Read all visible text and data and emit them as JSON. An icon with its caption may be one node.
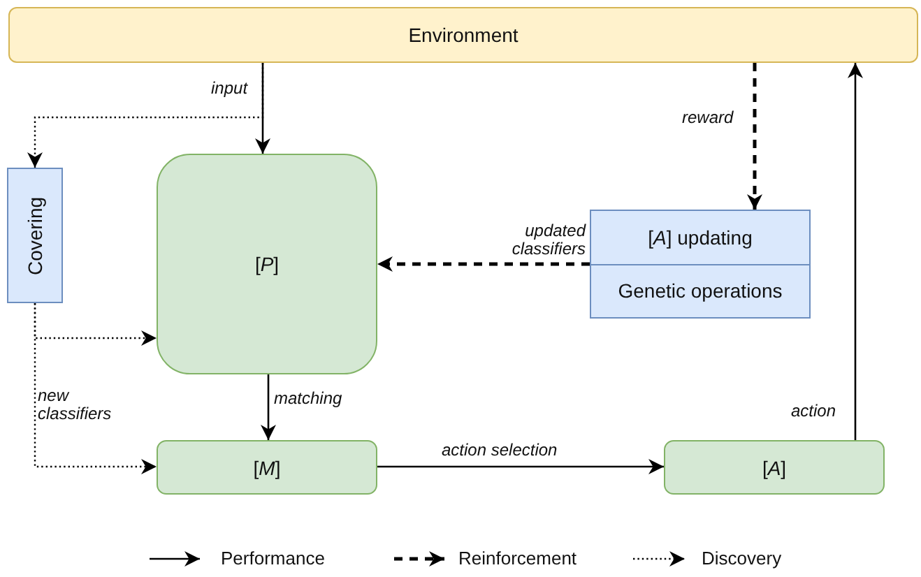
{
  "diagram": {
    "nodes": [
      {
        "text": [
          "Environment"
        ]
      },
      {
        "text": [
          "Covering"
        ]
      },
      {
        "text": [
          "[*P*]"
        ]
      },
      {
        "text": [
          "[*A*] updating",
          "Genetic operations"
        ]
      },
      {
        "text": [
          "[*M*]"
        ]
      },
      {
        "text": [
          "[*A*]"
        ]
      }
    ],
    "edges": [
      {
        "from": 0,
        "to": 2,
        "arrow": "to",
        "label": "input"
      },
      {
        "from": 0,
        "to": 1,
        "arrow": "to",
        "style": "dashed"
      },
      {
        "from": 1,
        "to": 2,
        "arrow": "to",
        "style": "dashed"
      },
      {
        "from": 1,
        "to": 4,
        "arrow": "to",
        "style": "dashed",
        "label": "new classifiers"
      },
      {
        "from": 2,
        "to": 4,
        "arrow": "to",
        "label": "matching"
      },
      {
        "from": 3,
        "to": 2,
        "arrow": "to",
        "style": "dashed",
        "label": "updated classifiers"
      },
      {
        "from": 0,
        "to": 3,
        "arrow": "to",
        "style": "dashed",
        "label": "reward"
      },
      {
        "from": 4,
        "to": 5,
        "arrow": "to",
        "label": "action selection"
      },
      {
        "from": 5,
        "to": 0,
        "arrow": "to",
        "label": "action"
      }
    ],
    "legend": [
      {
        "text": "Performance"
      },
      {
        "text": "Reinforcement"
      },
      {
        "text": "Discovery"
      }
    ]
  }
}
